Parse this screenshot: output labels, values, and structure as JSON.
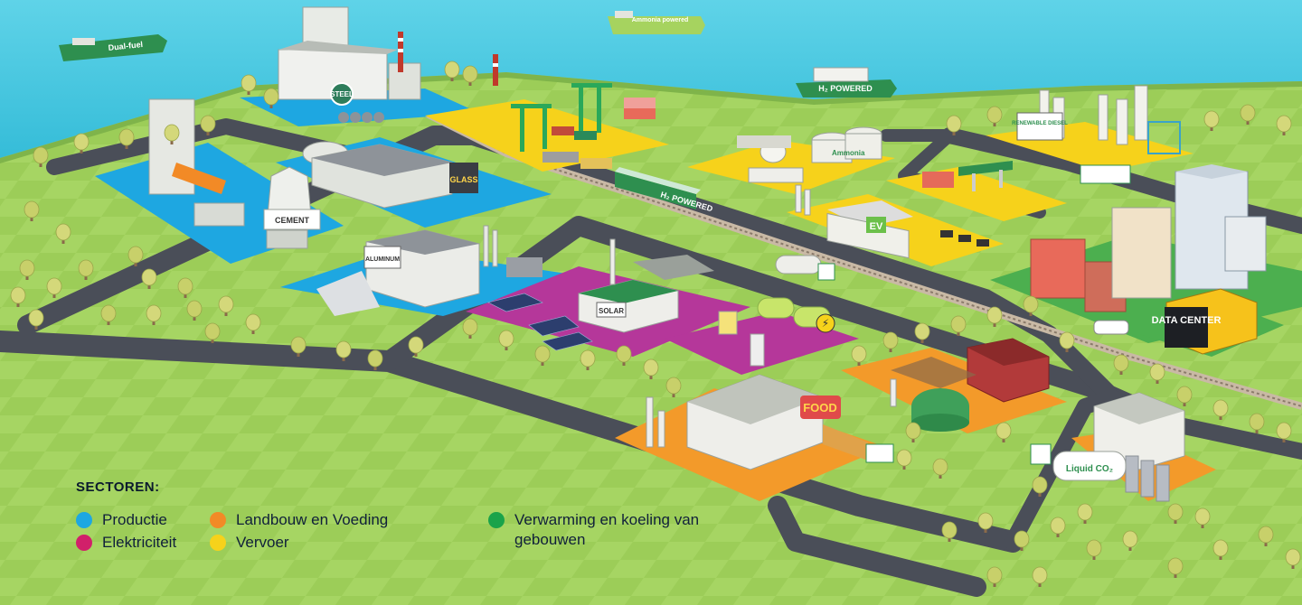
{
  "legend": {
    "title": "SECTOREN:",
    "items": [
      {
        "label": "Productie",
        "color": "#1ea7e1"
      },
      {
        "label": "Elektriciteit",
        "color": "#d1206a"
      },
      {
        "label": "Landbouw en Voeding",
        "color": "#f28a26"
      },
      {
        "label": "Vervoer",
        "color": "#f6d21b"
      },
      {
        "label": "Verwarming en koeling van gebouwen",
        "color": "#1aa34a"
      }
    ]
  },
  "building_labels": {
    "steel": "STEEL",
    "cement": "CEMENT",
    "glass": "GLASS",
    "aluminum": "ALUMINUM",
    "solar": "SOLAR",
    "ammonia_tank": "Ammonia",
    "renewable_diesel": "RENEWABLE DIESEL",
    "ev": "EV",
    "data_center": "DATA CENTER",
    "food": "FOOD",
    "liquid_co2": "Liquid CO₂"
  },
  "ship_labels": {
    "dual_fuel": "Dual-fuel",
    "ammonia_powered": "Ammonia powered",
    "h2_powered": "H₂ POWERED"
  },
  "train_label": "H₂ POWERED",
  "colors": {
    "sea": "#3fc6de",
    "grass": "#a4d35f",
    "road": "#4a4e58",
    "productie": "#1ea7e1",
    "elektriciteit": "#b5379a",
    "landbouw": "#f39a2a",
    "vervoer": "#f6d21b",
    "verwarming": "#4caf4f"
  }
}
